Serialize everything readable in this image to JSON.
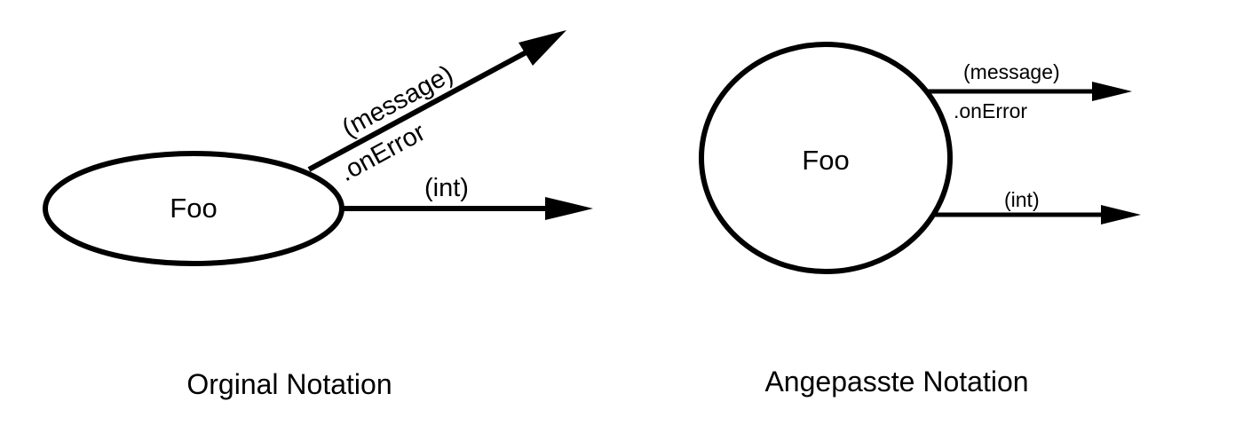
{
  "colors": {
    "stroke": "#000000",
    "background": "#ffffff"
  },
  "left_diagram": {
    "node_label": "Foo",
    "edge_message_label": "(message)",
    "edge_error_label": ".onError",
    "edge_int_label": "(int)",
    "caption": "Orginal Notation"
  },
  "right_diagram": {
    "node_label": "Foo",
    "edge_message_label": "(message)",
    "edge_error_label": ".onError",
    "edge_int_label": "(int)",
    "caption": "Angepasste Notation"
  }
}
